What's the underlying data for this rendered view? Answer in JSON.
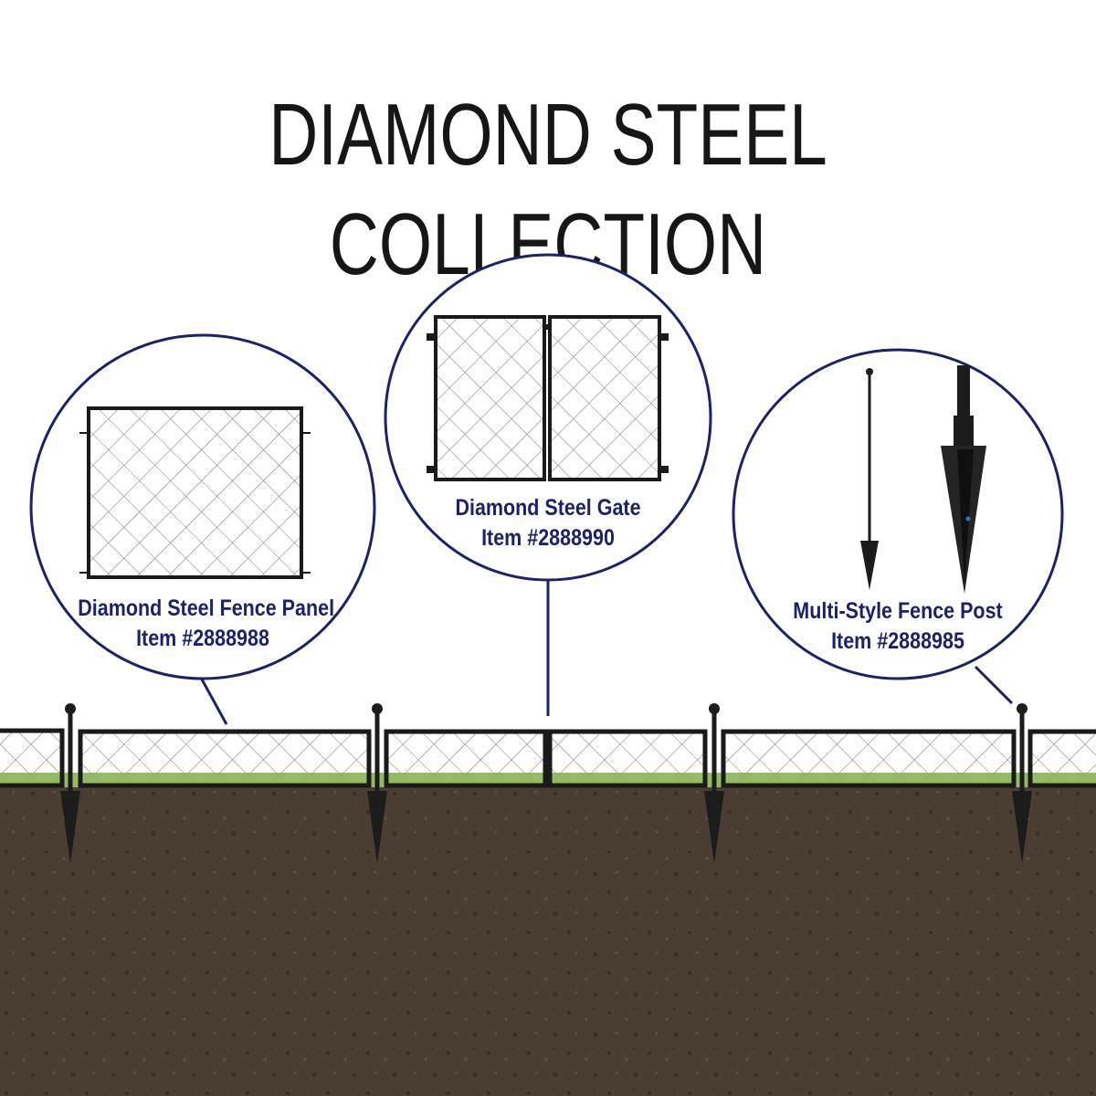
{
  "title": "DIAMOND STEEL COLLECTION",
  "colors": {
    "navy": "#1c2268",
    "fence_frame": "#1a1a1a",
    "soil": "#4a3f35",
    "grass": "#7fa84a",
    "title_text": "#161616"
  },
  "callouts": [
    {
      "id": "fence-panel",
      "name": "Diamond Steel Fence Panel",
      "item": "Item #2888988",
      "icon": "fence-panel-icon"
    },
    {
      "id": "gate",
      "name": "Diamond Steel Gate",
      "item": "Item #2888990",
      "icon": "gate-icon"
    },
    {
      "id": "fence-post",
      "name": "Multi-Style Fence Post",
      "item": "Item #2888985",
      "icon": "fence-post-icon"
    }
  ]
}
